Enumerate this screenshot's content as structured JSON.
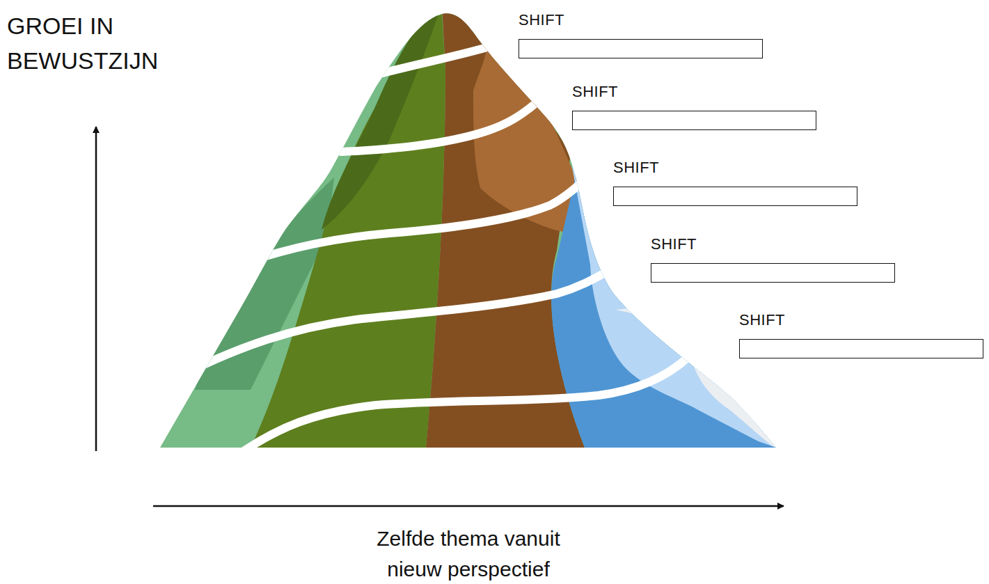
{
  "diagram": {
    "nodes": [
      {
        "text": [
          "SHIFT"
        ]
      },
      {
        "text": [
          "SHIFT"
        ]
      },
      {
        "text": [
          "SHIFT"
        ]
      },
      {
        "text": [
          "SHIFT"
        ]
      },
      {
        "text": [
          "SHIFT"
        ]
      }
    ],
    "labels": [
      "GROEI IN BEWUSTZIJN",
      "Zelfde thema vanuit nieuw perspectief"
    ]
  }
}
